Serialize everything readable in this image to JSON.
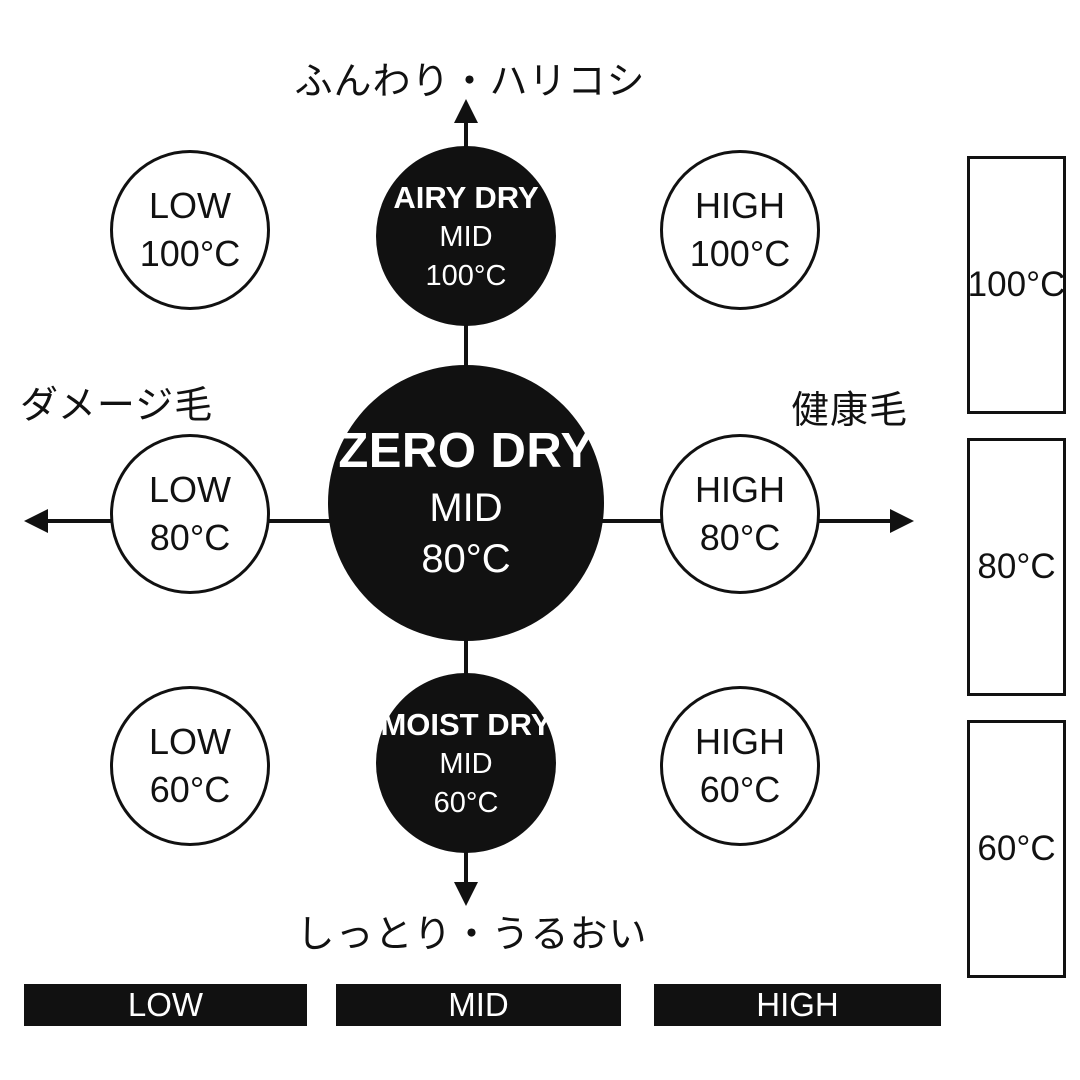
{
  "colors": {
    "background": "#ffffff",
    "ink": "#111111",
    "text_on_dark": "#ffffff"
  },
  "axis_labels": {
    "top": "ふんわり・ハリコシ",
    "bottom": "しっとり・うるおい",
    "left": "ダメージ毛",
    "right": "健康毛"
  },
  "modes": {
    "airy_dry": {
      "name": "AIRY DRY",
      "level": "MID",
      "temp": "100°C"
    },
    "zero_dry": {
      "name": "ZERO DRY",
      "level": "MID",
      "temp": "80°C"
    },
    "moist_dry": {
      "name": "MOIST DRY",
      "level": "MID",
      "temp": "60°C"
    }
  },
  "setting_circles": {
    "top_left": {
      "level": "LOW",
      "temp": "100°C"
    },
    "top_right": {
      "level": "HIGH",
      "temp": "100°C"
    },
    "middle_left": {
      "level": "LOW",
      "temp": "80°C"
    },
    "middle_right": {
      "level": "HIGH",
      "temp": "80°C"
    },
    "bottom_left": {
      "level": "LOW",
      "temp": "60°C"
    },
    "bottom_right": {
      "level": "HIGH",
      "temp": "60°C"
    }
  },
  "temperature_scale": {
    "top": "100°C",
    "middle": "80°C",
    "bottom": "60°C"
  },
  "level_scale": {
    "low": "LOW",
    "mid": "MID",
    "high": "HIGH"
  }
}
